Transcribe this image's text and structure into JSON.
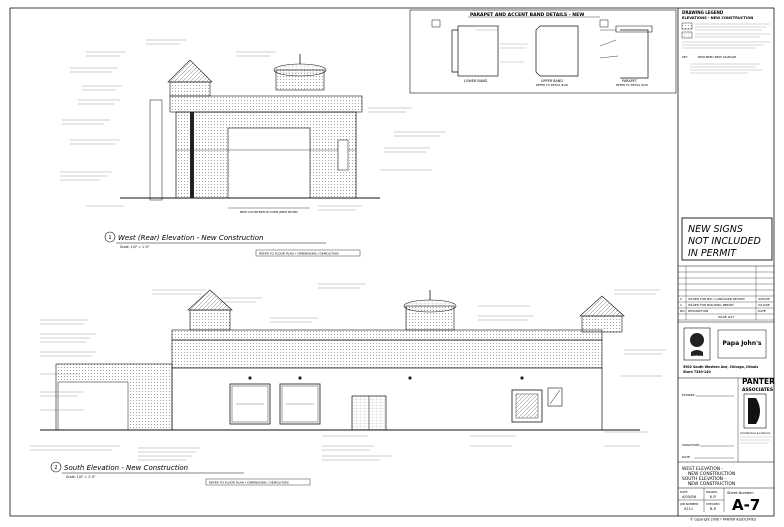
{
  "parapet_panel": {
    "title": "PARAPET AND ACCENT BAND DETAILS - NEW",
    "labels": [
      "LOWER BAND",
      "UPPER BAND",
      "PARAPET"
    ],
    "sublabels": [
      "",
      "REFER TO DETAIL 8/A8",
      "REFER TO DETAIL 8/A8"
    ]
  },
  "legend": {
    "title": "DRAWING LEGEND",
    "subtitle": "ELEVATIONS - NEW CONSTRUCTION",
    "key": "KEY",
    "key_label": "REQUIRED NEW SIGNAGE"
  },
  "notice": {
    "line1": "NEW SIGNS",
    "line2": "NOT INCLUDED",
    "line3": "IN PERMIT"
  },
  "revisions": {
    "rows": [
      {
        "no": "2",
        "desc": "ISSUED FOR BID / LANDLORD REVIEW",
        "date": "4/05/08"
      },
      {
        "no": "1",
        "desc": "ISSUED FOR BUILDING PERMIT",
        "date": "3/19/08"
      }
    ],
    "head_no": "NO.",
    "head_desc": "DESCRIPTION",
    "head_date": "DATE",
    "issued": "ISSUE LIST"
  },
  "brand": {
    "line1": "KFC",
    "line2": "Papa John's",
    "address1": "5902 South Western Ave, Chicago, Illinois",
    "address2": "Store 7330-140"
  },
  "architect": {
    "name": "PANTER",
    "sub": "ASSOCIATES",
    "tag": "Architecture & Interiors",
    "seal_label": "STAMP:"
  },
  "field_labels": {
    "expires": "EXPIRES:",
    "signature": "SIGNATURE:",
    "date": "DATE:"
  },
  "sheet_info": {
    "title1": "WEST ELEVATION -",
    "title2": "NEW CONSTRUCTION",
    "title3": "SOUTH ELEVATION -",
    "title4": "NEW CONSTRUCTION",
    "date_label": "DATE:",
    "date_value": "4/05/08",
    "drawn_label": "DRAWN:",
    "drawn_value": "K.P.",
    "job_label": "JOB NUMBER:",
    "job_value": "0211",
    "checked_label": "CHECKED:",
    "checked_value": "B.P.",
    "sheet_label": "Sheet Number:",
    "sheet_number": "A-7"
  },
  "copyright": "© Copyright 2008 • PANTER ASSOCIATES",
  "west_elevation": {
    "marker": "1",
    "title": "West (Rear) Elevation - New Construction",
    "scale": "Scale: 1/4\" = 1'-0\"",
    "refer": "REFER TO FLOOR PLAN • DIMENSIONS / DEMOLITION",
    "dim_label": "NEW COUNTERTOP OVEN (NEW BUMP)"
  },
  "south_elevation": {
    "marker": "2",
    "title": "South Elevation - New Construction",
    "scale": "Scale: 1/4\" = 1'-0\"",
    "refer": "REFER TO FLOOR PLAN • DIMENSIONS / DEMOLITION"
  }
}
